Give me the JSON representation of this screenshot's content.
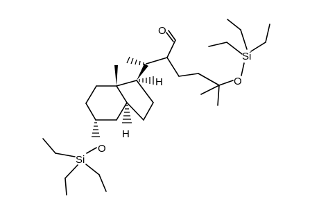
{
  "molecule": {
    "atom_labels": {
      "aldehyde_oxygen": "O",
      "top_silyl_ether_oxygen": "O",
      "top_silicon": "Si",
      "bottom_silyl_ether_oxygen": "O",
      "bottom_silicon": "Si",
      "ring_junction_hydrogen": "H",
      "c17_hydrogen": "H"
    },
    "colors": {
      "bond": "#000000",
      "label": "#000000",
      "background": "#ffffff"
    }
  }
}
